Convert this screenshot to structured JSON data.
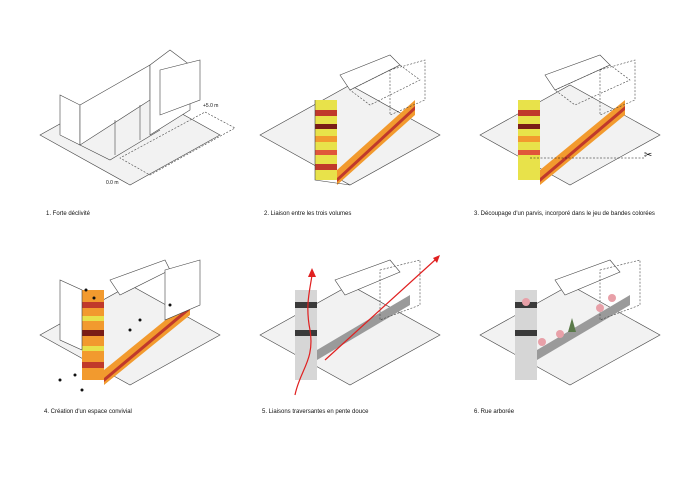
{
  "diagrams": [
    {
      "caption": "1. Forte déclivité",
      "dim_top": "+5.0 m",
      "dim_bottom": "0.0 m"
    },
    {
      "caption": "2. Liaison entre les trois volumes"
    },
    {
      "caption": "3. Découpage d'un parvis, incorporé dans le jeu de bandes colorées",
      "icon": "scissors-icon"
    },
    {
      "caption": "4. Création d'un espace convivial"
    },
    {
      "caption": "5. Liaisons traversantes en pente douce"
    },
    {
      "caption": "6. Rue arborée"
    }
  ],
  "colors": {
    "stripe": [
      "#c0392b",
      "#e8e24a",
      "#f29a2e",
      "#7a1d16",
      "#f6d7a0",
      "#e0563a",
      "#ffffff",
      "#d9b84a"
    ],
    "arrow": "#e02020",
    "grey_band": [
      "#3a3a3a",
      "#9a9a9a",
      "#d6d6d6"
    ],
    "tree_pink": "#e8a0a8",
    "tree_green": "#5a7a4a"
  }
}
